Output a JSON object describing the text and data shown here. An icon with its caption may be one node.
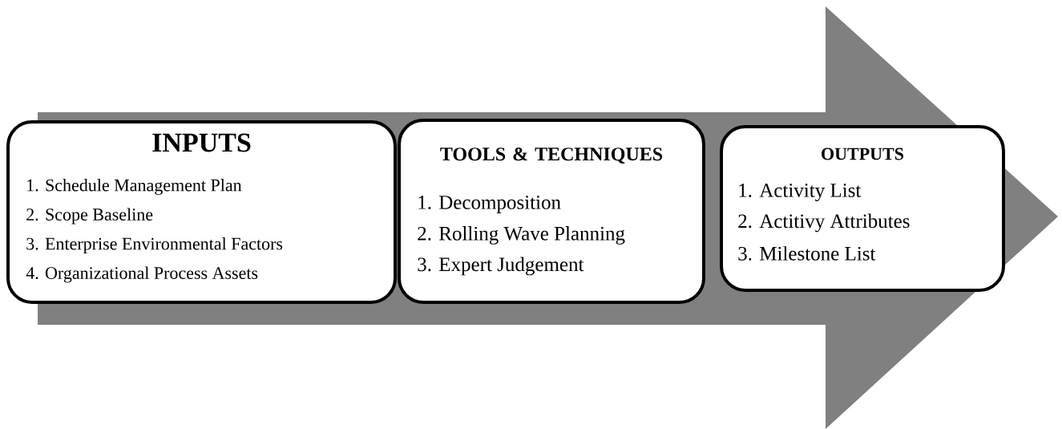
{
  "diagram": {
    "nodes": [
      {
        "text": [
          "INPUTS",
          "1.  Schedule Management Plan",
          "2. Scope Baseline",
          "3. Enterprise Environmental Factors",
          "4. Organizational Process Assets"
        ]
      },
      {
        "text": [
          "TOOLS & TECHNIQUES",
          "1. Decomposition",
          "2. Rolling Wave Planning",
          "3. Expert Judgement"
        ]
      },
      {
        "text": [
          "OUTPUTS",
          "1. Activity List",
          "2. Actitivy Attributes",
          "3. Milestone List"
        ]
      }
    ]
  }
}
